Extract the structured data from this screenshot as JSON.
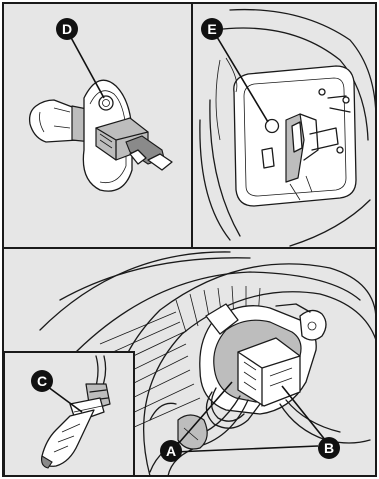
{
  "callouts": {
    "a": "A",
    "b": "B",
    "c": "C",
    "d": "D",
    "e": "E"
  },
  "colors": {
    "panel_background": "#e6e6e6",
    "line": "#1a1a1a",
    "callout_fill": "#111111"
  }
}
